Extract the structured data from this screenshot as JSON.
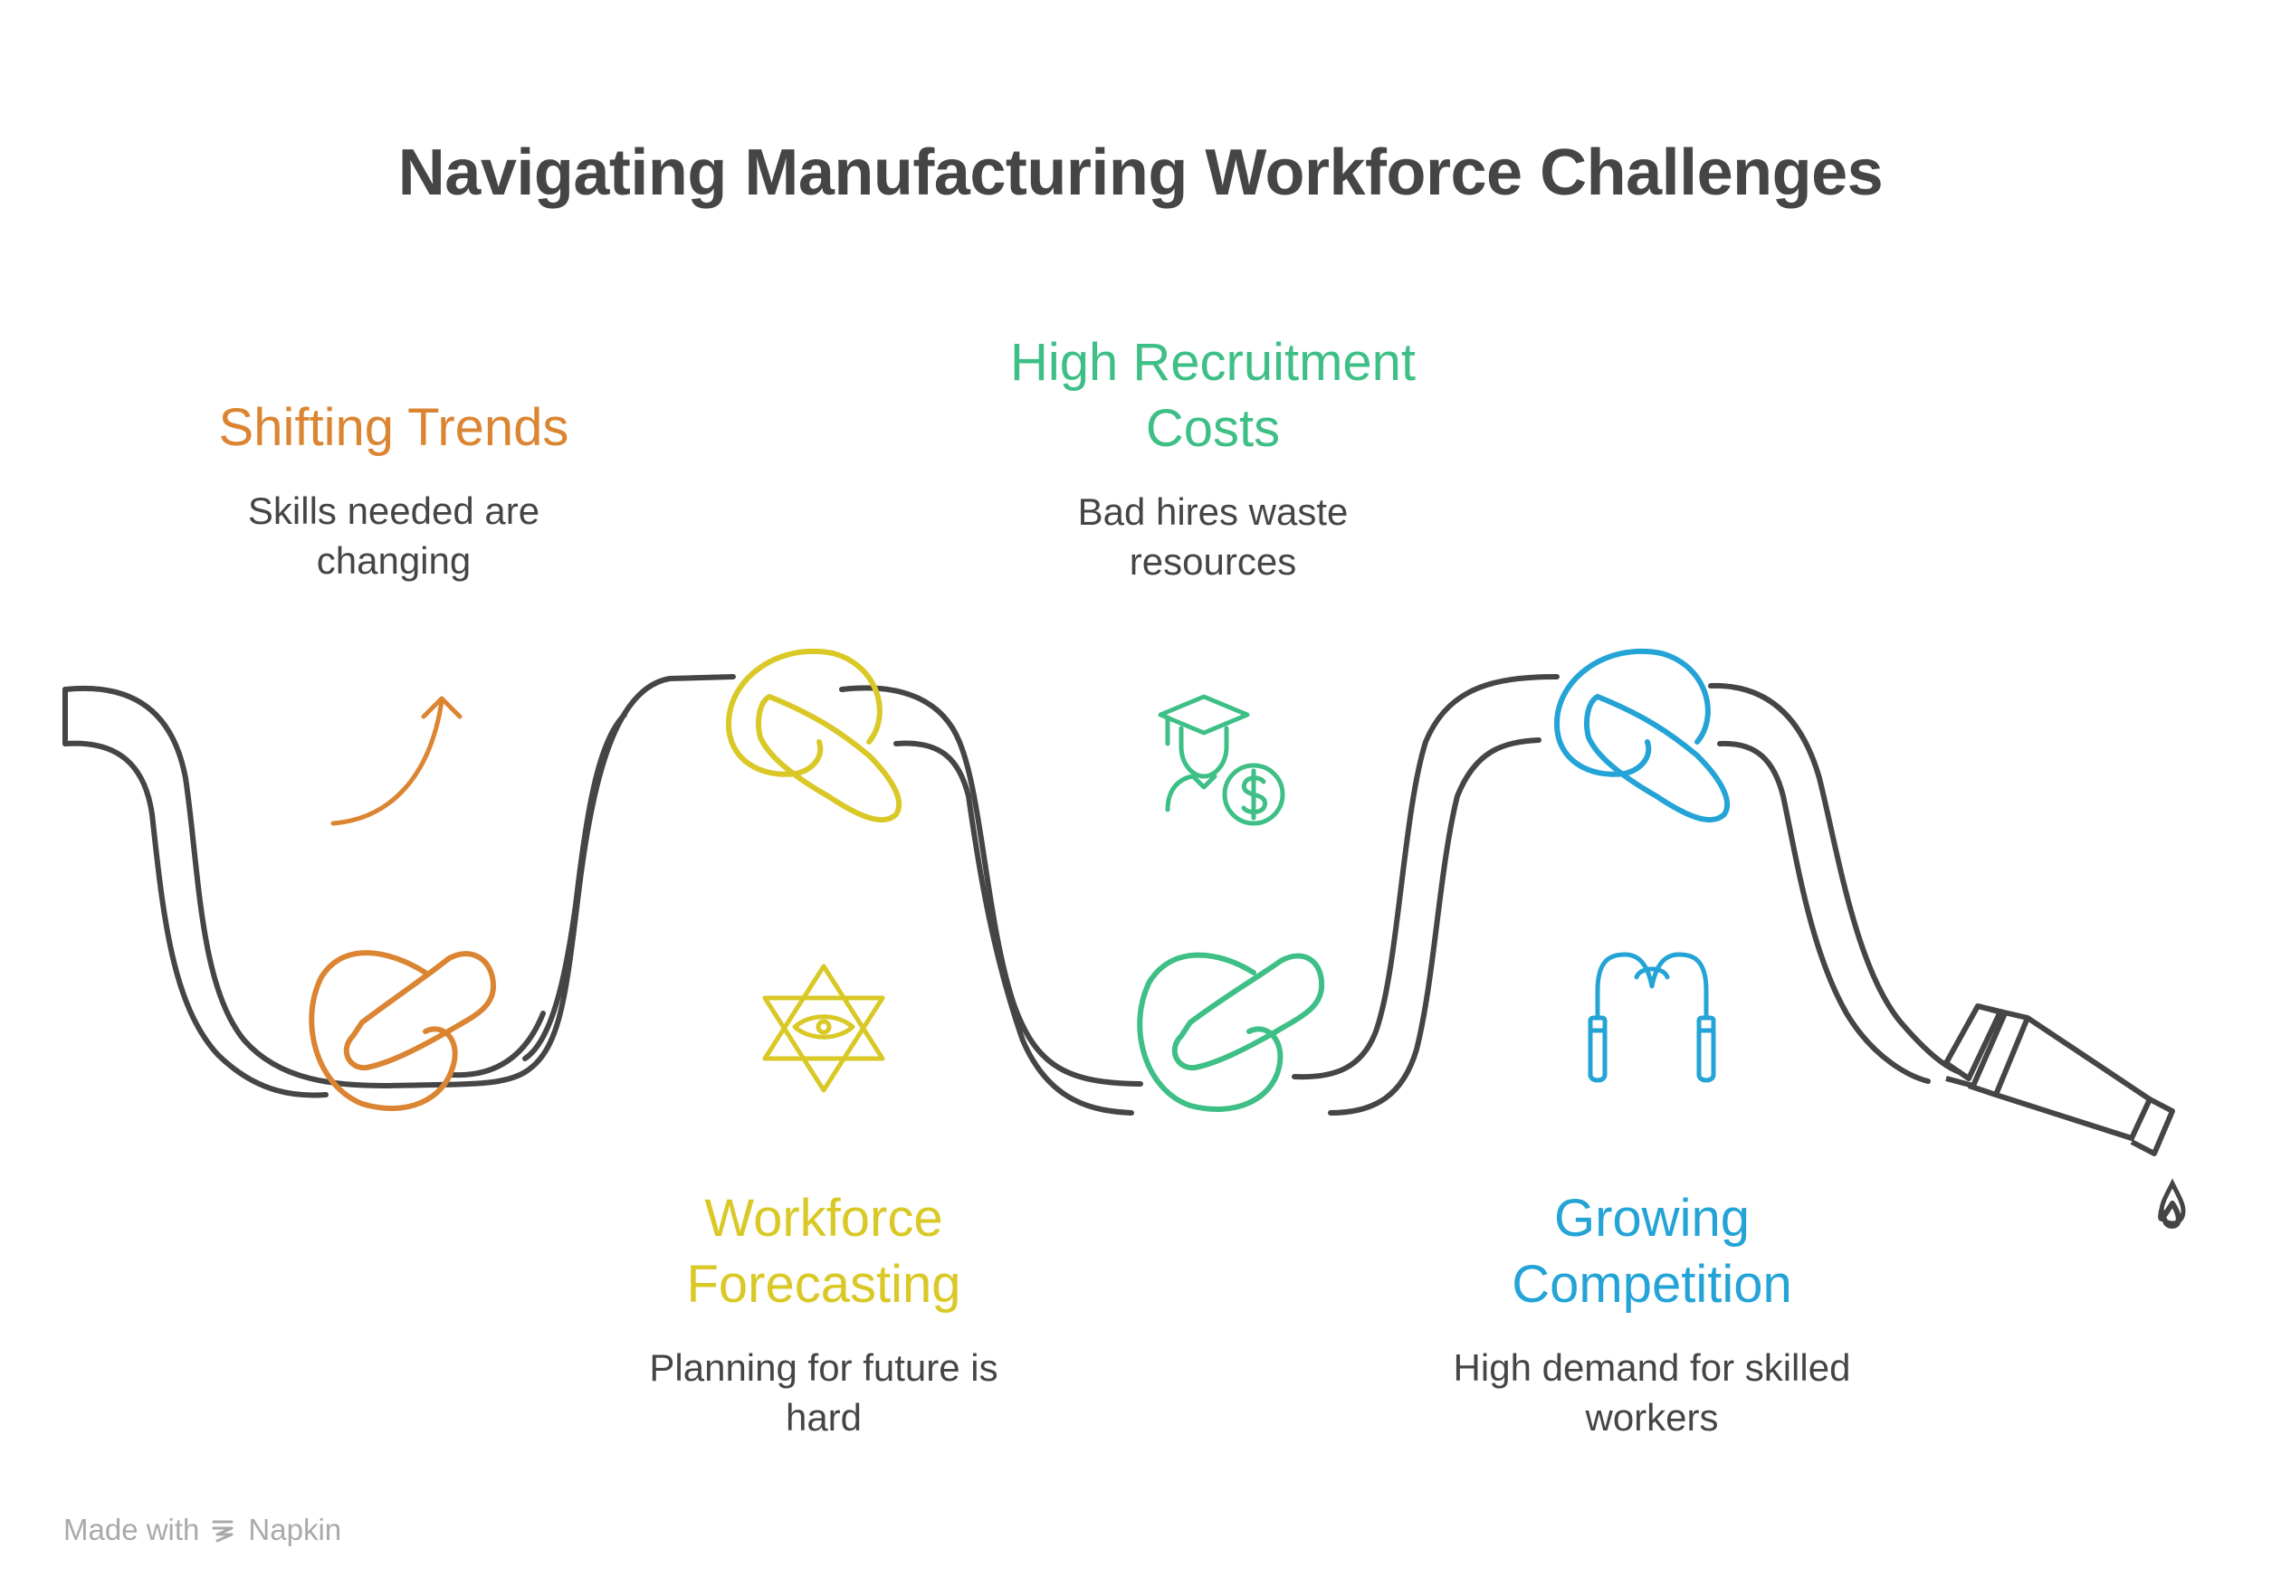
{
  "title": "Navigating Manufacturing Workforce Challenges",
  "colors": {
    "orange": "#DB8533",
    "yellow": "#D9C825",
    "green": "#3DBF86",
    "blue": "#24A3D6",
    "rope": "#454545",
    "text": "#454545"
  },
  "steps": [
    {
      "heading": "Shifting Trends",
      "description": "Skills needed are changing",
      "icon": "trending-arrow-icon",
      "color": "#DB8533"
    },
    {
      "heading": "Workforce Forecasting",
      "description": "Planning for future is hard",
      "icon": "star-eye-icon",
      "color": "#D9C825"
    },
    {
      "heading": "High Recruitment Costs",
      "description": "Bad hires waste resources",
      "icon": "graduate-dollar-icon",
      "color": "#3DBF86"
    },
    {
      "heading": "Growing Competition",
      "description": "High demand for skilled workers",
      "icon": "jump-rope-icon",
      "color": "#24A3D6"
    }
  ],
  "footer": {
    "made_with": "Made with",
    "brand": "Napkin"
  }
}
